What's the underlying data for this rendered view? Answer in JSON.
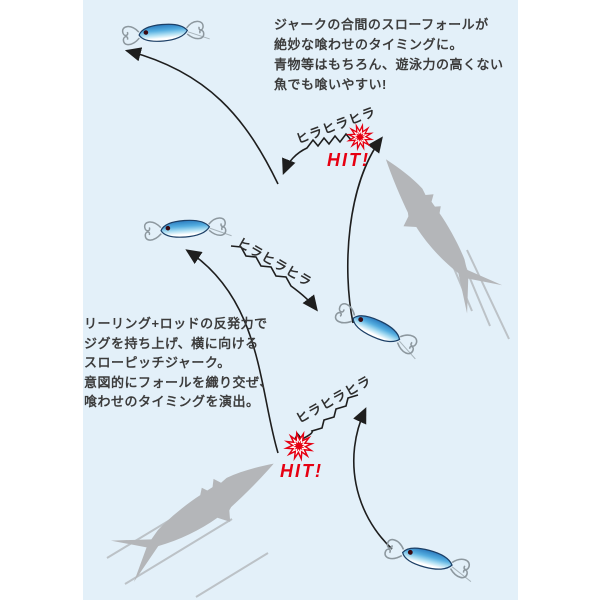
{
  "diagram_title": "slow-pitch-jerk-jigging-technique",
  "colors": {
    "panel_bg": "#e3f0f9",
    "hit_red": "#e60012",
    "fish_gray": "#b4b6b9",
    "arrow_black": "#1e1e1e",
    "text_dark": "#3c3c3c",
    "jig_blue": "#55aee0"
  },
  "text_blocks": {
    "top_right": {
      "lines": [
        "ジャークの合間のスローフォールが",
        "絶妙な喰わせのタイミングに。",
        "青物等はもちろん、遊泳力の高くない",
        "魚でも喰いやすい!"
      ]
    },
    "left": {
      "lines": [
        "リーリング+ロッドの反発力で",
        "ジグを持ち上げ、横に向ける",
        "スローピッチジャーク。",
        "意図的にフォールを織り交ぜ、",
        "喰わせのタイミングを演出。"
      ]
    }
  },
  "labels": {
    "flutter_top": "ヒラヒラヒラ",
    "flutter_mid": "ヒラヒラヒラ",
    "flutter_bottom": "ヒラヒラヒラ",
    "hit_top": "HIT!",
    "hit_bottom": "HIT!"
  }
}
